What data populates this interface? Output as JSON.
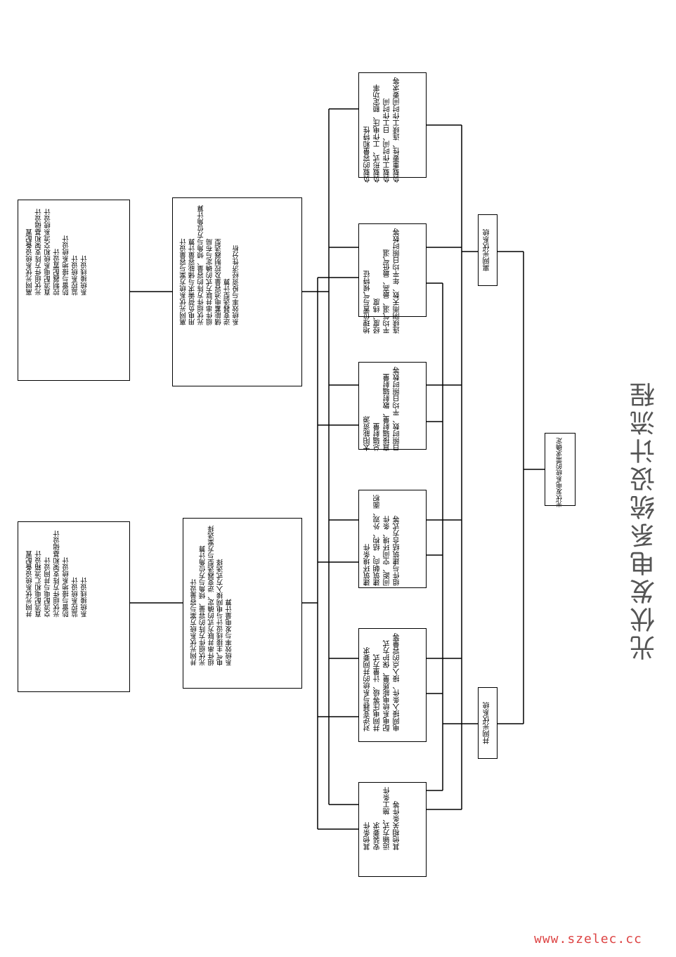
{
  "title": "光伏发电系统设计流程",
  "watermark": "www.szelec.cc",
  "root": "光伏发电系统的需求确定",
  "branches": {
    "offgrid": "离网光伏系统",
    "grid": "并网光伏系统"
  },
  "requirements": [
    [
      "负载的容量和特性",
      "负载形式、工作电压、额定功率",
      "负载工作时间、日工作时间",
      "负载重要性、连续工作时间要求等"
    ],
    [
      "地理位置与气候特征",
      "经度、纬度",
      "平均气温、最高、最低气温",
      "连续阴雨天数、年平均日照时数等"
    ],
    [
      "太阳能资源",
      "总辐射量",
      "直接辐射量、散射辐射量",
      "日照时数、平均日照时数等"
    ],
    [
      "建筑环境条件",
      "建筑朝向、结构、外观、面积",
      "间距、空间环境、条件",
      "组件与建筑结合方式等"
    ],
    [
      "对逆变器与系统的并网要求",
      "并网电压等级、计量方式",
      "配电系统电能质量、保护方式",
      "电网接入条件、接入点的容量等"
    ],
    [
      "其他条件",
      "安装要求",
      "运输方式、施工条件",
      "其他相关条件等"
    ]
  ],
  "offgrid_detail": [
    "离网光伏系统方案与容量设计",
    "用电负荷需求与储能容量计算",
    "光伏组件方阵的容量、倾角与方位角计算",
    "组件串并联方式的确定与布局",
    "储能蓄电池容量及控制器选型",
    "逆变器选型计算",
    "系统效率与投资经济性分析"
  ],
  "offgrid_equip": [
    "离网光伏系统设备配置",
    "光伏组件方阵支架和基础设计",
    "直流配电系统和交流系统设计",
    "控制器配置设计",
    "防雷与接地系统设计",
    "监控系统设计",
    "系统接线设计"
  ],
  "grid_detail": [
    "并网光伏系统方案与容量设计",
    "光伏组件方阵的容量、倾角与方位角计算",
    "组件串并联方式的确定、逆变器选型与方案选择",
    "电气主接线设计与电网接入方式选择",
    "系统效率与发电量计算"
  ],
  "grid_equip": [
    "并网光伏系统设备配置",
    "直流配电和汇流箱设计",
    "交流配电与并网设计",
    "光伏组件方阵支架和基础设计",
    "防雷与接地系统设计",
    "监控系统设计",
    "系统接线设计"
  ]
}
